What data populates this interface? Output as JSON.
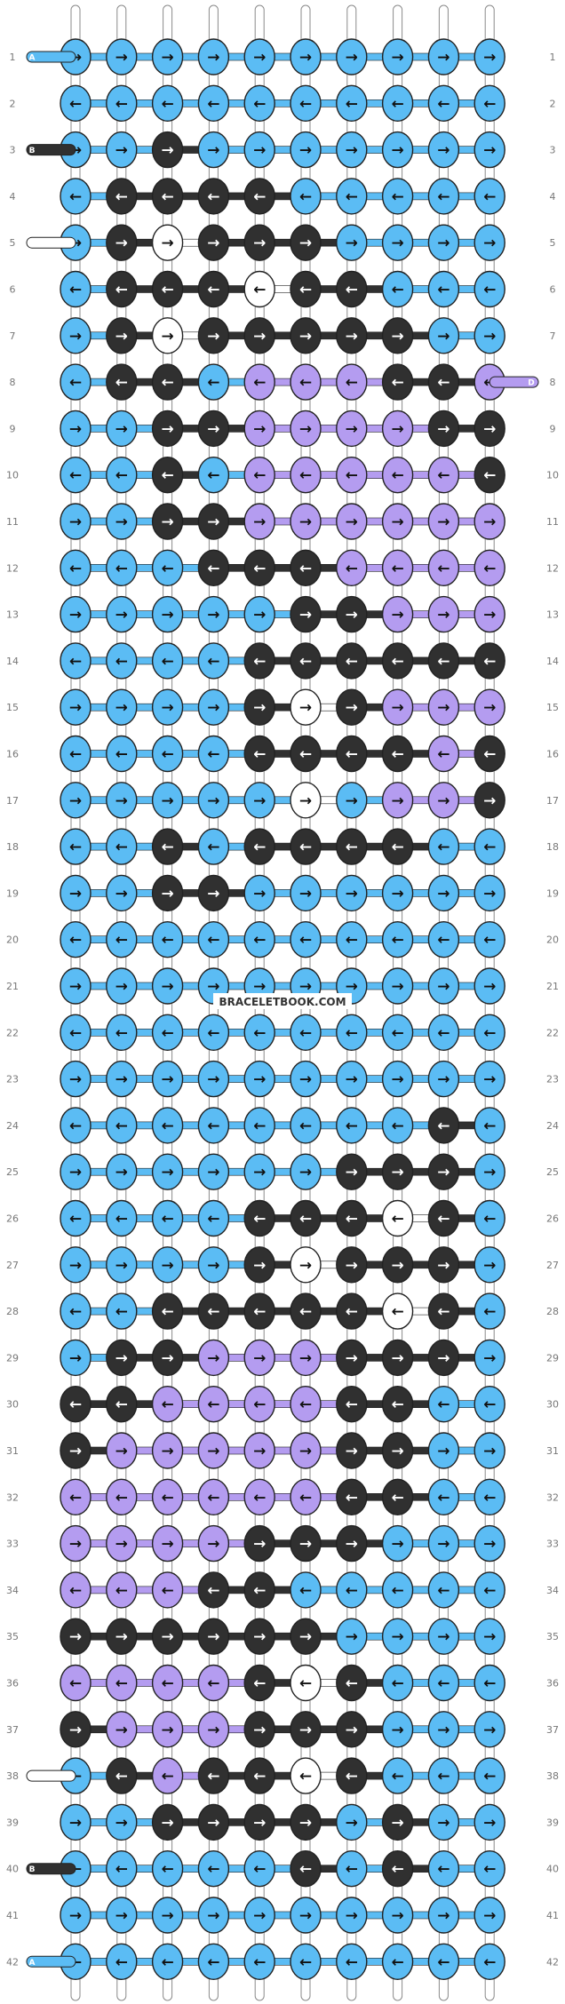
{
  "watermark": "BRACELETBOOK.COM",
  "colors": {
    "A": "#5bbcf4",
    "B": "#303030",
    "C": "#ffffff",
    "D": "#b49cf0",
    "outline": "#222222",
    "string": "#ffffff",
    "string_outline": "#8a8a8a"
  },
  "left_labels": [
    {
      "row": 1,
      "letter": "A",
      "color": "A"
    },
    {
      "row": 3,
      "letter": "B",
      "color": "B"
    },
    {
      "row": 5,
      "letter": "C",
      "color": "C"
    },
    {
      "row": 38,
      "letter": "C",
      "color": "C"
    },
    {
      "row": 40,
      "letter": "B",
      "color": "B"
    },
    {
      "row": 42,
      "letter": "A",
      "color": "A"
    }
  ],
  "right_labels": [
    {
      "row": 8,
      "letter": "D",
      "color": "D"
    }
  ],
  "rows": [
    {
      "n": 1,
      "dir": "R",
      "k": "AAAAAAAAAA"
    },
    {
      "n": 2,
      "dir": "L",
      "k": "AAAAAAAAAA"
    },
    {
      "n": 3,
      "dir": "R",
      "k": "AABAAAAAAA"
    },
    {
      "n": 4,
      "dir": "L",
      "k": "ABBBBAAAAA"
    },
    {
      "n": 5,
      "dir": "R",
      "k": "ABCBBBAAAA"
    },
    {
      "n": 6,
      "dir": "L",
      "k": "ABBBCBBAAA"
    },
    {
      "n": 7,
      "dir": "R",
      "k": "ABCBBBBBAA"
    },
    {
      "n": 8,
      "dir": "L",
      "k": "ABBADDDBBD"
    },
    {
      "n": 9,
      "dir": "R",
      "k": "AABBDDDDBB"
    },
    {
      "n": 10,
      "dir": "L",
      "k": "AABADDDDDB"
    },
    {
      "n": 11,
      "dir": "R",
      "k": "AABBDDDDDD"
    },
    {
      "n": 12,
      "dir": "L",
      "k": "AAABBBDDDD"
    },
    {
      "n": 13,
      "dir": "R",
      "k": "AAAAABBDDD"
    },
    {
      "n": 14,
      "dir": "L",
      "k": "AAAABBBBBB"
    },
    {
      "n": 15,
      "dir": "R",
      "k": "AAAABCBDDD"
    },
    {
      "n": 16,
      "dir": "L",
      "k": "AAAABBBBDB"
    },
    {
      "n": 17,
      "dir": "R",
      "k": "AAAAACADDB"
    },
    {
      "n": 18,
      "dir": "L",
      "k": "AABABBBBAA"
    },
    {
      "n": 19,
      "dir": "R",
      "k": "AABBAAAAAA"
    },
    {
      "n": 20,
      "dir": "L",
      "k": "AAAAAAAAAA"
    },
    {
      "n": 21,
      "dir": "R",
      "k": "AAAAAAAAAA"
    },
    {
      "n": 22,
      "dir": "L",
      "k": "AAAAAAAAAA"
    },
    {
      "n": 23,
      "dir": "R",
      "k": "AAAAAAAAAA"
    },
    {
      "n": 24,
      "dir": "L",
      "k": "AAAAAAAABA"
    },
    {
      "n": 25,
      "dir": "R",
      "k": "AAAAAABBBA"
    },
    {
      "n": 26,
      "dir": "L",
      "k": "AAAABBBCBA"
    },
    {
      "n": 27,
      "dir": "R",
      "k": "AAAABCBBBA"
    },
    {
      "n": 28,
      "dir": "L",
      "k": "AABBBBBCBA"
    },
    {
      "n": 29,
      "dir": "R",
      "k": "ABBDDDBBBA"
    },
    {
      "n": 30,
      "dir": "L",
      "k": "BBDDDDBBAA"
    },
    {
      "n": 31,
      "dir": "R",
      "k": "BDDDDDBBAA"
    },
    {
      "n": 32,
      "dir": "L",
      "k": "DDDDDDBBAA"
    },
    {
      "n": 33,
      "dir": "R",
      "k": "DDDDBBBAAA"
    },
    {
      "n": 34,
      "dir": "L",
      "k": "DDDBBAAAAA"
    },
    {
      "n": 35,
      "dir": "R",
      "k": "BBBBBBAAAA"
    },
    {
      "n": 36,
      "dir": "L",
      "k": "DDDDBCBAAA"
    },
    {
      "n": 37,
      "dir": "R",
      "k": "BDDDBBBAAA"
    },
    {
      "n": 38,
      "dir": "L",
      "k": "ABDBBCBAAA"
    },
    {
      "n": 39,
      "dir": "R",
      "k": "AABBBBABAA"
    },
    {
      "n": 40,
      "dir": "L",
      "k": "AAAAABABAA"
    },
    {
      "n": 41,
      "dir": "R",
      "k": "AAAAAAAAAA"
    },
    {
      "n": 42,
      "dir": "L",
      "k": "AAAAAAAAAA"
    }
  ]
}
